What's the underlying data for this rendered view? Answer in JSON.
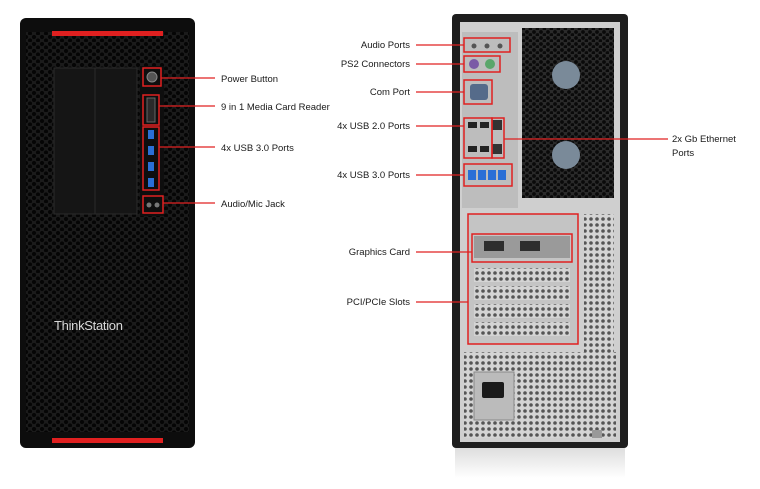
{
  "front": {
    "brand": "ThinkStation",
    "labels": {
      "power_button": "Power Button",
      "media_card_reader": "9 in 1 Media Card Reader",
      "usb3_ports": "4x USB 3.0 Ports",
      "audio_mic_jack": "Audio/Mic Jack"
    }
  },
  "rear": {
    "labels": {
      "audio_ports": "Audio Ports",
      "ps2_connectors": "PS2 Connectors",
      "com_port": "Com Port",
      "usb2_ports": "4x USB 2.0 Ports",
      "usb3_ports": "4x USB 3.0 Ports",
      "ethernet_line1": "2x Gb Ethernet",
      "ethernet_line2": "Ports",
      "graphics_card": "Graphics Card",
      "pci_slots": "PCI/PCIe Slots"
    }
  },
  "colors": {
    "accent_red": "#e02020",
    "chassis_black": "#111111",
    "usb3_blue": "#2a6fd6",
    "rear_metal": "#cfcfcf"
  }
}
